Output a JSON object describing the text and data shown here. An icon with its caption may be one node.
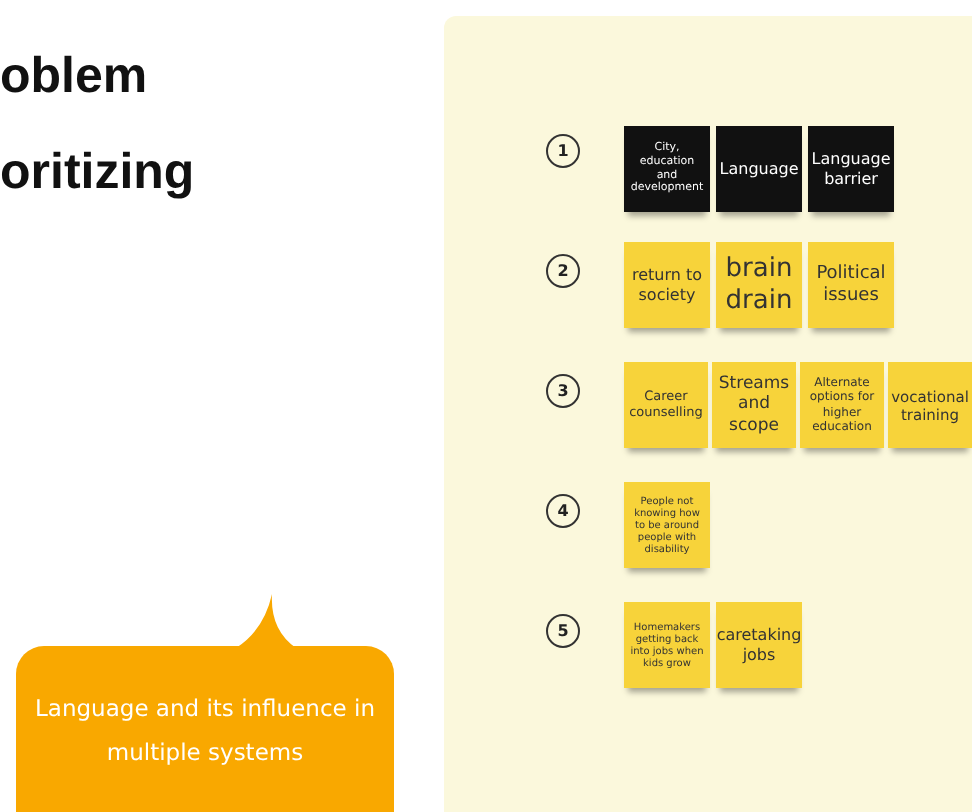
{
  "diagram": {
    "title": "oblem oritizing",
    "nodes": [
      {
        "text": [
          "1"
        ]
      },
      {
        "text": [
          "City, education and development"
        ]
      },
      {
        "text": [
          "Language"
        ]
      },
      {
        "text": [
          "Language barrier"
        ]
      },
      {
        "text": [
          "2"
        ]
      },
      {
        "text": [
          "return to society"
        ]
      },
      {
        "text": [
          "brain drain"
        ]
      },
      {
        "text": [
          "Political issues"
        ]
      },
      {
        "text": [
          "3"
        ]
      },
      {
        "text": [
          "Career counselling"
        ]
      },
      {
        "text": [
          "Streams and scope"
        ]
      },
      {
        "text": [
          "Alternate options for higher education"
        ]
      },
      {
        "text": [
          "vocational training"
        ]
      },
      {
        "text": [
          "4"
        ]
      },
      {
        "text": [
          "People not knowing how to be around people with disability"
        ]
      },
      {
        "text": [
          "5"
        ]
      },
      {
        "text": [
          "Homemakers getting back into jobs when kids grow"
        ]
      },
      {
        "text": [
          "caretaking jobs"
        ]
      },
      {
        "text": [
          "Language and its influence in multiple systems"
        ]
      }
    ]
  }
}
